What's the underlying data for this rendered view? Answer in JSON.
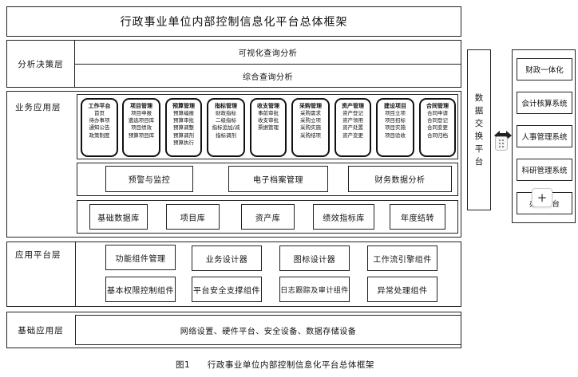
{
  "header": {
    "title": "行政事业单位内部控制信息化平台总体框架"
  },
  "layers": {
    "analysis": {
      "label": "分析决策层",
      "items": [
        "可视化查询分析",
        "综合查询分析"
      ]
    },
    "business": {
      "label": "业务应用层",
      "modules": [
        {
          "title": "工作平台",
          "items": [
            "首页",
            "待办事项",
            "通知公告",
            "政策制度"
          ]
        },
        {
          "title": "项目管理",
          "items": [
            "项目申报",
            "遴选项目库",
            "项目绩效",
            "预算项目库"
          ]
        },
        {
          "title": "预算管理",
          "items": [
            "预算编报",
            "预算审批",
            "预算调整",
            "预算调剂",
            "预算执行"
          ]
        },
        {
          "title": "指标管理",
          "items": [
            "财政指标",
            "二级指标",
            "指标追加/减",
            "指标调剂"
          ]
        },
        {
          "title": "收支管理",
          "items": [
            "事前审批",
            "收支审批",
            "票据管理"
          ]
        },
        {
          "title": "采购管理",
          "items": [
            "采购需求",
            "采购立项",
            "采购实施",
            "采购结项"
          ]
        },
        {
          "title": "资产管理",
          "items": [
            "资产登记",
            "资产领用",
            "资产处置",
            "资产变更"
          ]
        },
        {
          "title": "建设项目",
          "items": [
            "项目立项",
            "项目招标",
            "项目实施",
            "项目验收"
          ]
        },
        {
          "title": "合同管理",
          "items": [
            "合同申请",
            "合同登记",
            "合同变更",
            "合同归档"
          ]
        }
      ],
      "row2": [
        "预警与监控",
        "电子档案管理",
        "财务数据分析"
      ],
      "row3": [
        "基础数据库",
        "项目库",
        "资产库",
        "绩效指标库",
        "年度结转"
      ]
    },
    "platform": {
      "label": "应用平台层",
      "row1": [
        "功能组件管理",
        "业务设计器",
        "图标设计器",
        "工作流引擎组件"
      ],
      "row2": [
        "基本权限控制组件",
        "平台安全支撑组件",
        "日志跟踪及审计组件",
        "异常处理组件"
      ]
    },
    "base": {
      "label": "基础应用层",
      "content": "网络设置、硬件平台、安全设备、数据存储设备"
    }
  },
  "exchange": {
    "chars": [
      "数",
      "据",
      "交",
      "换",
      "平",
      "台"
    ]
  },
  "external": {
    "items": [
      "财政一体化",
      "会计核算系统",
      "人事管理系统",
      "科研管理系统",
      "办公平台"
    ]
  },
  "widgets": {
    "plus": "+"
  },
  "caption": {
    "fig": "图1",
    "text": "行政事业单位内部控制信息化平台总体框架"
  }
}
